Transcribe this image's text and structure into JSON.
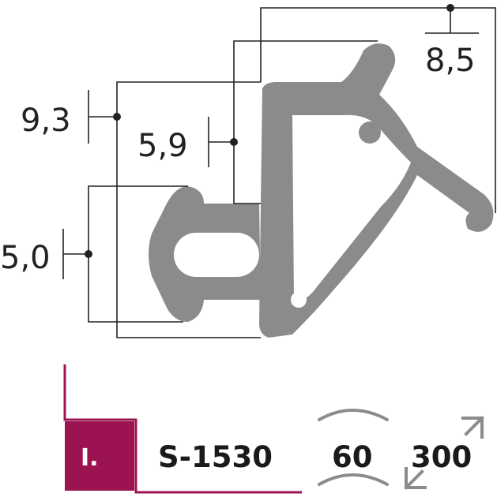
{
  "dimensions": {
    "width_top": "8,5",
    "height_overall": "9,3",
    "height_mid": "5,9",
    "height_bulb": "5,0"
  },
  "info": {
    "badge": "I.",
    "product_code": "S-1530",
    "hardness": "60",
    "length": "300"
  },
  "colors": {
    "profile": "#8a8c8a",
    "accent": "#9c1352",
    "line": "#222222",
    "icon": "#8a8c8a"
  }
}
